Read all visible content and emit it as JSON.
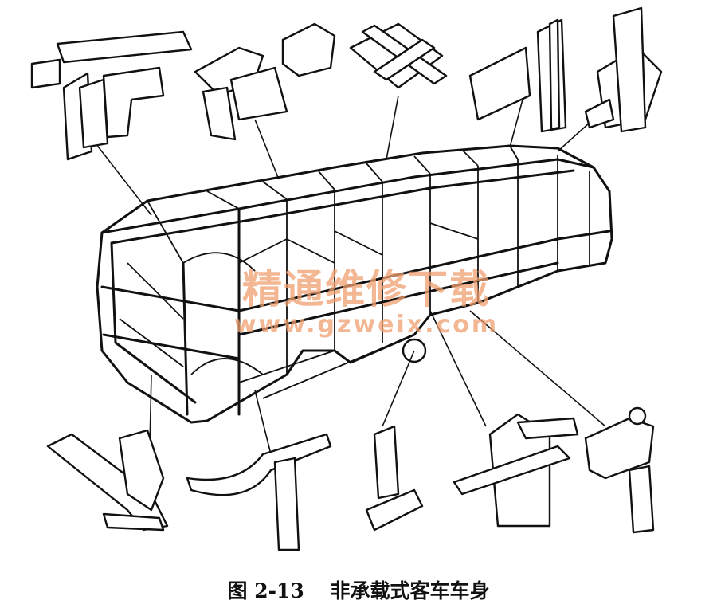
{
  "figure": {
    "number": "图 2-13",
    "title": "非承载式客车车身"
  },
  "watermark": {
    "title": "精通维修下载",
    "url": "www.gzweix.com"
  }
}
